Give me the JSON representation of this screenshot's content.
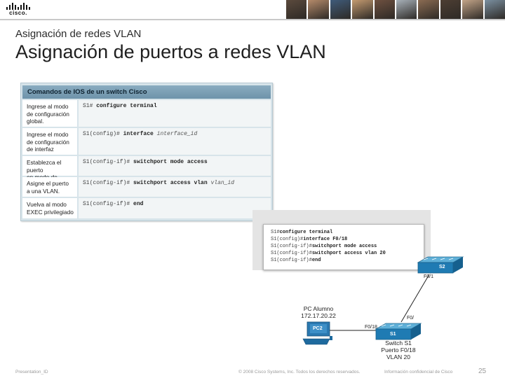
{
  "header": {
    "logo_text": "cisco.",
    "photo_colors": [
      "#5b4a3d",
      "#b48a6a",
      "#3f5b7a",
      "#c39a70",
      "#6e5040",
      "#a7b0b8",
      "#8a6b52",
      "#4d3e33",
      "#c2a488",
      "#7a8fa0"
    ]
  },
  "slide": {
    "subtitle": "Asignación de redes VLAN",
    "title": "Asignación de puertos a redes VLAN"
  },
  "command_table": {
    "heading": "Comandos de IOS de un switch Cisco",
    "rows": [
      {
        "desc": [
          "Ingrese al modo",
          "de configuración",
          "global."
        ],
        "prompt": "S1#",
        "command": "configure terminal",
        "arg": ""
      },
      {
        "desc": [
          "Ingrese el modo",
          "de configuración",
          "de interfaz"
        ],
        "prompt": "S1(config)#",
        "command": "interface",
        "arg": "interface_id"
      },
      {
        "desc": [
          "Establezca el puerto",
          "en modo de acceso"
        ],
        "prompt": "S1(config-if)#",
        "command": "switchport mode access",
        "arg": ""
      },
      {
        "desc": [
          "Asigne el puerto",
          "a una VLAN."
        ],
        "prompt": "S1(config-if)#",
        "command": "switchport access vlan",
        "arg": "vlan_id"
      },
      {
        "desc": [
          "Vuelva al modo",
          "EXEC privilegiado"
        ],
        "prompt": "S1(config-if)#",
        "command": "end",
        "arg": ""
      }
    ]
  },
  "terminal": {
    "lines": [
      {
        "prompt": "S1#",
        "command": "configure terminal"
      },
      {
        "prompt": "S1(config)#",
        "command": "interface F0/18"
      },
      {
        "prompt": "S1(config-if)#",
        "command": "switchport mode access"
      },
      {
        "prompt": "S1(config-if)#",
        "command": "switchport access vlan 20"
      },
      {
        "prompt": "S1(config-if)#",
        "command": "end"
      }
    ]
  },
  "topology": {
    "s2_label": "S2",
    "s2_port": "F0/1",
    "s1_label": "S1",
    "s1_uplink_port": "F0/",
    "s1_access_port": "F0/18",
    "pc_label": "PC2",
    "pc_caption_1": "PC Alumno",
    "pc_caption_2": "172.17.20.22",
    "switch_caption_1": "Switch S1",
    "switch_caption_2": "Puerto F0/18",
    "switch_caption_3": "VLAN 20"
  },
  "footer": {
    "presentation_id": "Presentation_ID",
    "copyright": "© 2008 Cisco Systems, Inc. Todos los derechos reservados.",
    "confidential": "Información confidencial de Cisco",
    "page_number": "25"
  }
}
